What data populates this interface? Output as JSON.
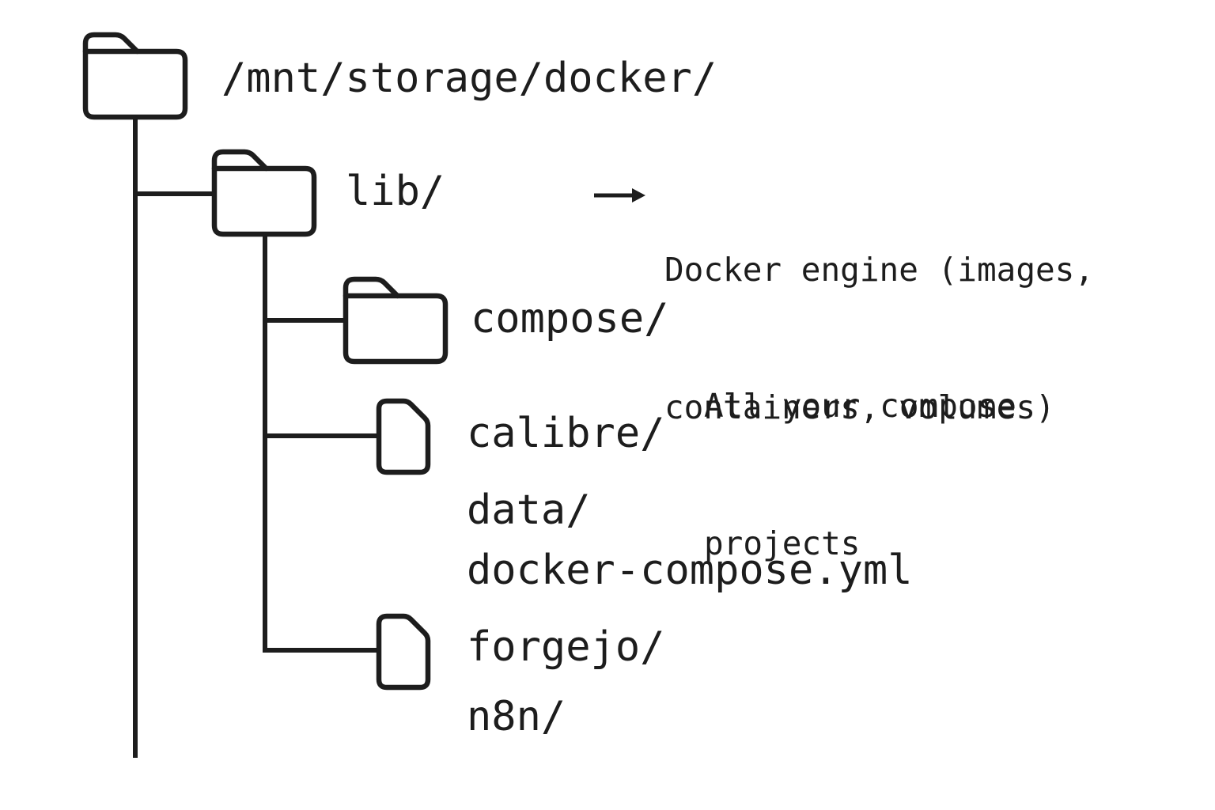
{
  "colors": {
    "ink": "#1d1d1d",
    "background": "#ffffff"
  },
  "tree": {
    "root": {
      "label": "/mnt/storage/docker/",
      "icon": "folder-icon"
    },
    "nodes": {
      "lib": {
        "label": "lib/",
        "icon": "folder-icon",
        "annotation": {
          "icon": "arrow-right-icon",
          "line1": "Docker engine (images,",
          "line2": "containers, volumes)"
        }
      },
      "compose": {
        "label": "compose/",
        "icon": "folder-icon",
        "annotation": {
          "line1": "All your compose",
          "line2": "projects"
        }
      },
      "calibre": {
        "label": "calibre/",
        "icon": "file-icon"
      },
      "data": {
        "label": "data/"
      },
      "docker_compose_yml": {
        "label": "docker-compose.yml"
      },
      "forgejo": {
        "label": "forgejo/",
        "icon": "file-icon"
      },
      "n8n": {
        "label": "n8n/"
      }
    }
  }
}
